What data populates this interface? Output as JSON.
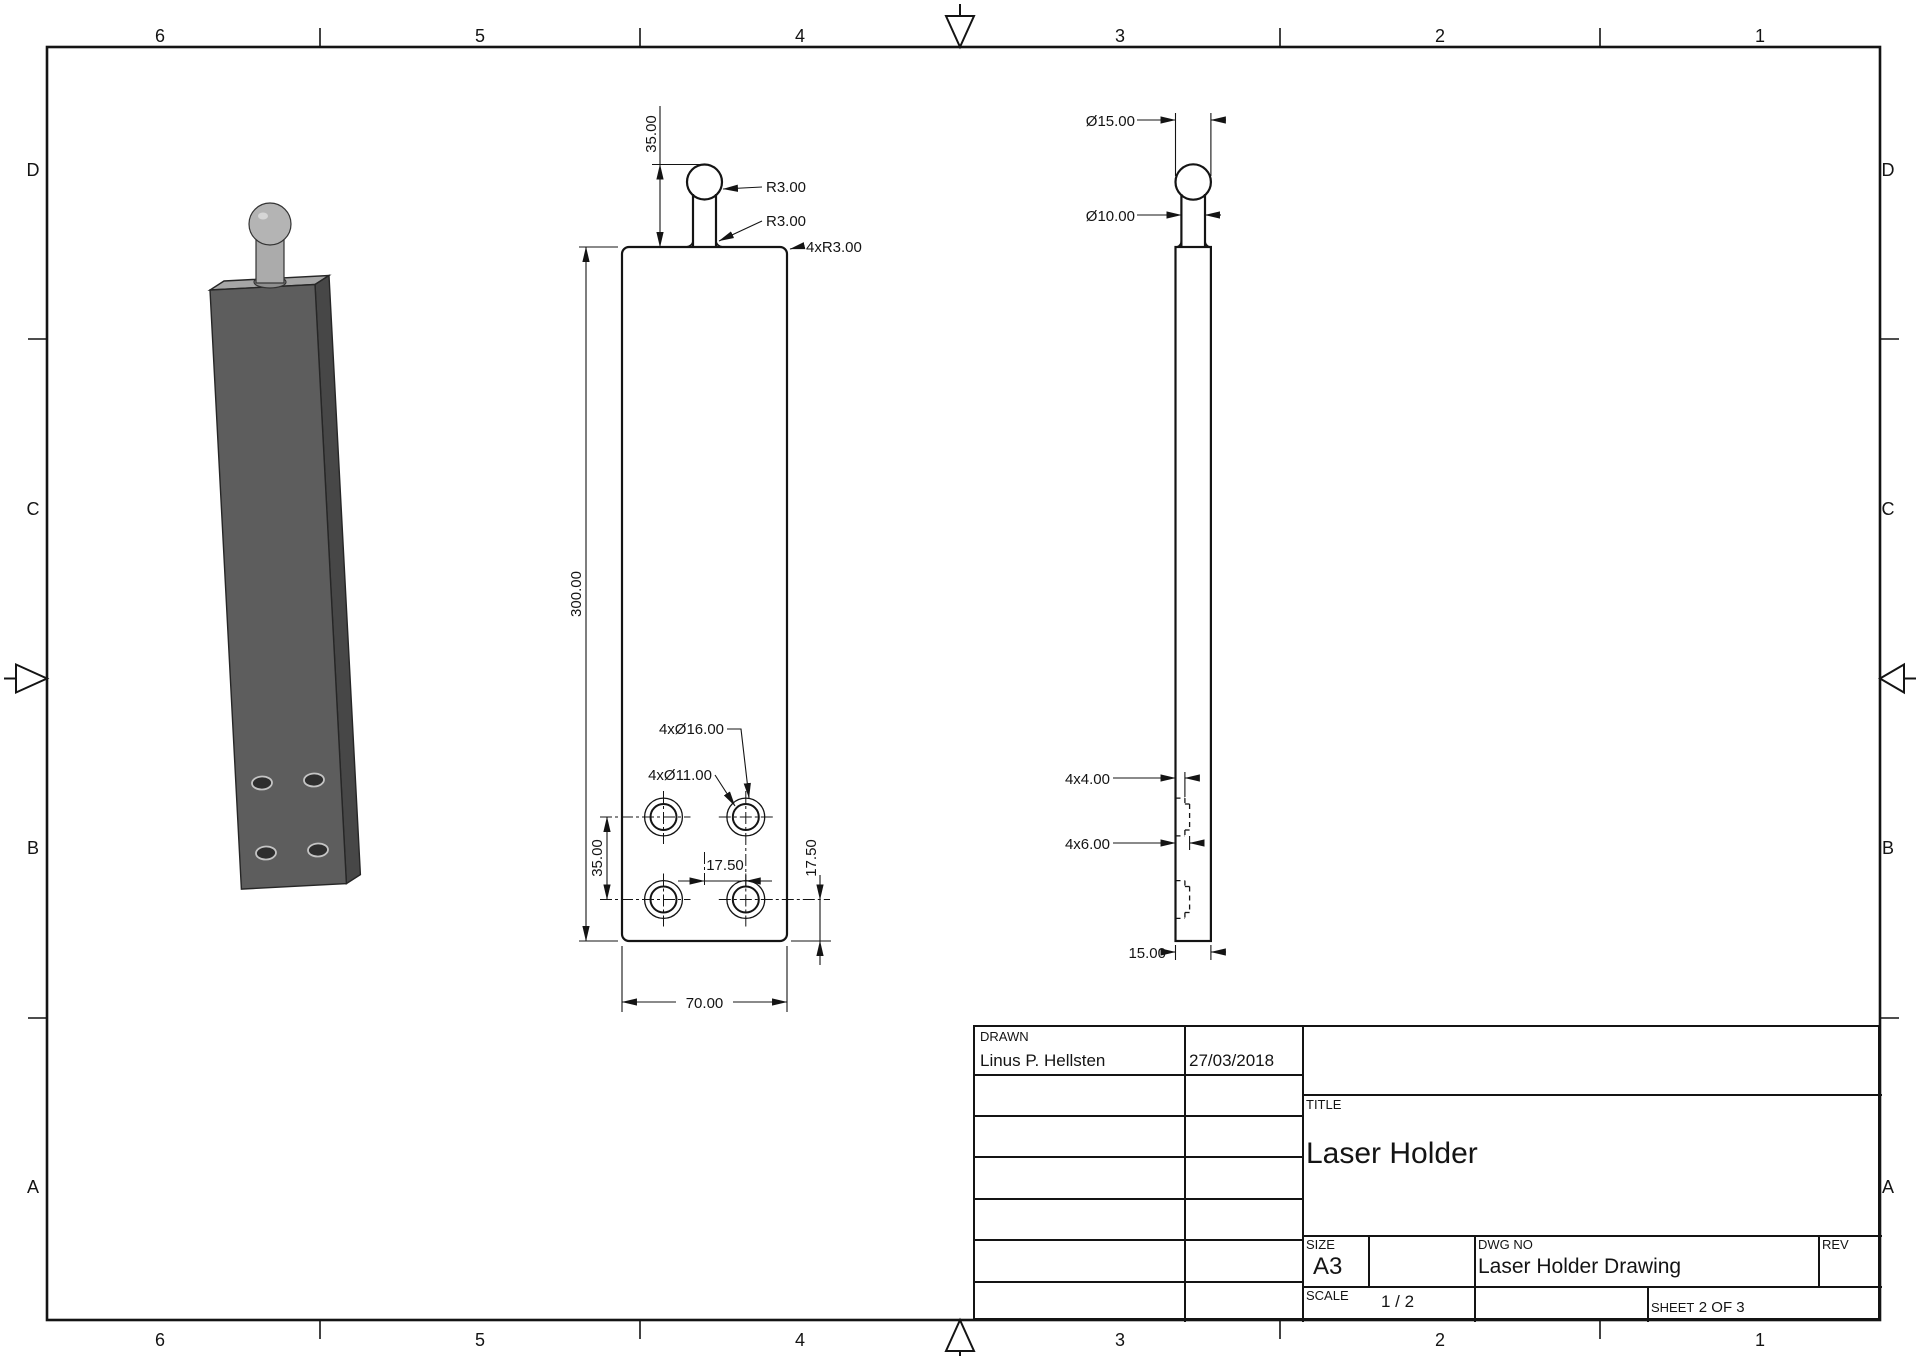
{
  "sheet": {
    "columns": [
      "6",
      "5",
      "4",
      "3",
      "2",
      "1"
    ],
    "rows": [
      "D",
      "C",
      "B",
      "A"
    ],
    "colors": {
      "line": "#141414",
      "plate_front": "#5d5d5d",
      "plate_top": "#a6a6a6",
      "plate_side": "#474747",
      "pin_cylinder": "#ababab",
      "pin_base": "#8f8f8f",
      "ball": "#b4b4b4"
    }
  },
  "front_view": {
    "dims": {
      "height": "300.00",
      "width": "70.00",
      "pin_height": "35.00",
      "ball_radius": "R3.00",
      "neck_radius": "R3.00",
      "corner_radius": "4xR3.00",
      "cbore_diameter": "4xØ16.00",
      "hole_diameter": "4xØ11.00",
      "hole_row_spacing": "35.00",
      "hole_col_offset": "17.50",
      "hole_bottom_offset": "17.50"
    }
  },
  "side_view": {
    "dims": {
      "ball_diameter": "Ø15.00",
      "neck_diameter": "Ø10.00",
      "cbore_depth": "4x4.00",
      "hole_depth": "4x6.00",
      "thickness": "15.00"
    }
  },
  "title_block": {
    "drawn_label": "DRAWN",
    "drawn_name": "Linus P. Hellsten",
    "drawn_date": "27/03/2018",
    "title_label": "TITLE",
    "title": "Laser Holder",
    "size_label": "SIZE",
    "size_value": "A3",
    "dwg_label": "DWG NO",
    "dwg_value": "Laser Holder Drawing",
    "rev_label": "REV",
    "scale_label": "SCALE",
    "scale_value": "1 / 2",
    "sheet_label": "SHEET",
    "sheet_value": "2  OF 3"
  }
}
